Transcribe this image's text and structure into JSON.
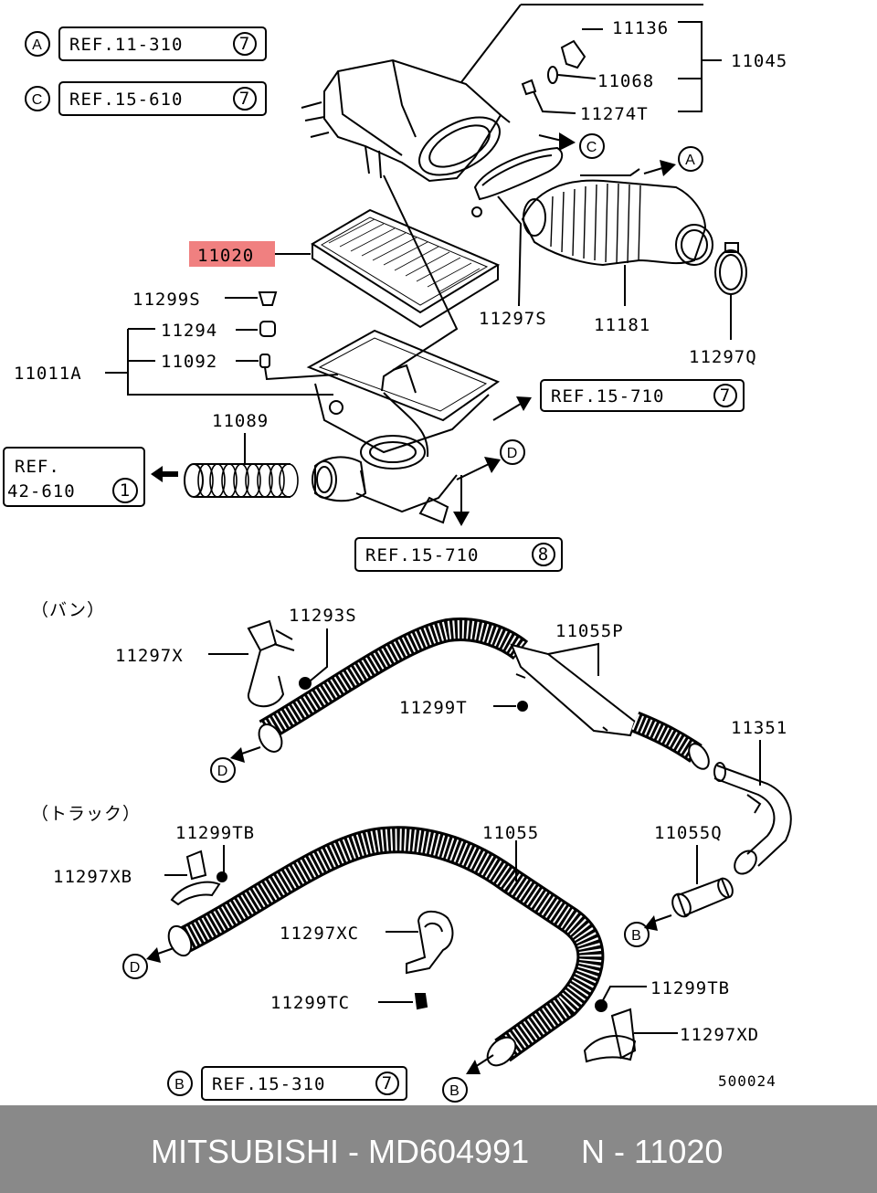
{
  "refs": {
    "ref_a": {
      "marker": "A",
      "text": "REF.11-310",
      "page": "7"
    },
    "ref_c": {
      "marker": "C",
      "text": "REF.15-610",
      "page": "7"
    },
    "ref_right": {
      "text": "REF.15-710",
      "page": "7"
    },
    "ref_left_line1": "REF.",
    "ref_left_line2": "42-610",
    "ref_left_page": "1",
    "ref_bottom": {
      "text": "REF.15-710",
      "page": "8"
    },
    "ref_b": {
      "marker": "B",
      "text": "REF.15-310",
      "page": "7"
    }
  },
  "parts": {
    "p11136": "11136",
    "p11045": "11045",
    "p11068": "11068",
    "p11274T": "11274T",
    "p11020": "11020",
    "p11299S": "11299S",
    "p11294": "11294",
    "p11092": "11092",
    "p11011A": "11011A",
    "p11297S": "11297S",
    "p11181": "11181",
    "p11297Q": "11297Q",
    "p11089": "11089",
    "p11293S": "11293S",
    "p11055P": "11055P",
    "p11297X": "11297X",
    "p11299T": "11299T",
    "p11351": "11351",
    "p11299TB_a": "11299TB",
    "p11055": "11055",
    "p11055Q": "11055Q",
    "p11297XB": "11297XB",
    "p11297XC": "11297XC",
    "p11299TC": "11299TC",
    "p11299TB_b": "11299TB",
    "p11297XD": "11297XD"
  },
  "flow_markers": {
    "c": "C",
    "a": "A",
    "d1": "D",
    "d2": "D",
    "d3": "D",
    "b1": "B",
    "b2": "B"
  },
  "sections": {
    "van": "（バン）",
    "truck": "（トラック）"
  },
  "diagram_code": "500024",
  "highlight_color": "#f08080",
  "footer": {
    "brand_part": "MITSUBISHI - MD604991",
    "ref": "N - 11020"
  }
}
